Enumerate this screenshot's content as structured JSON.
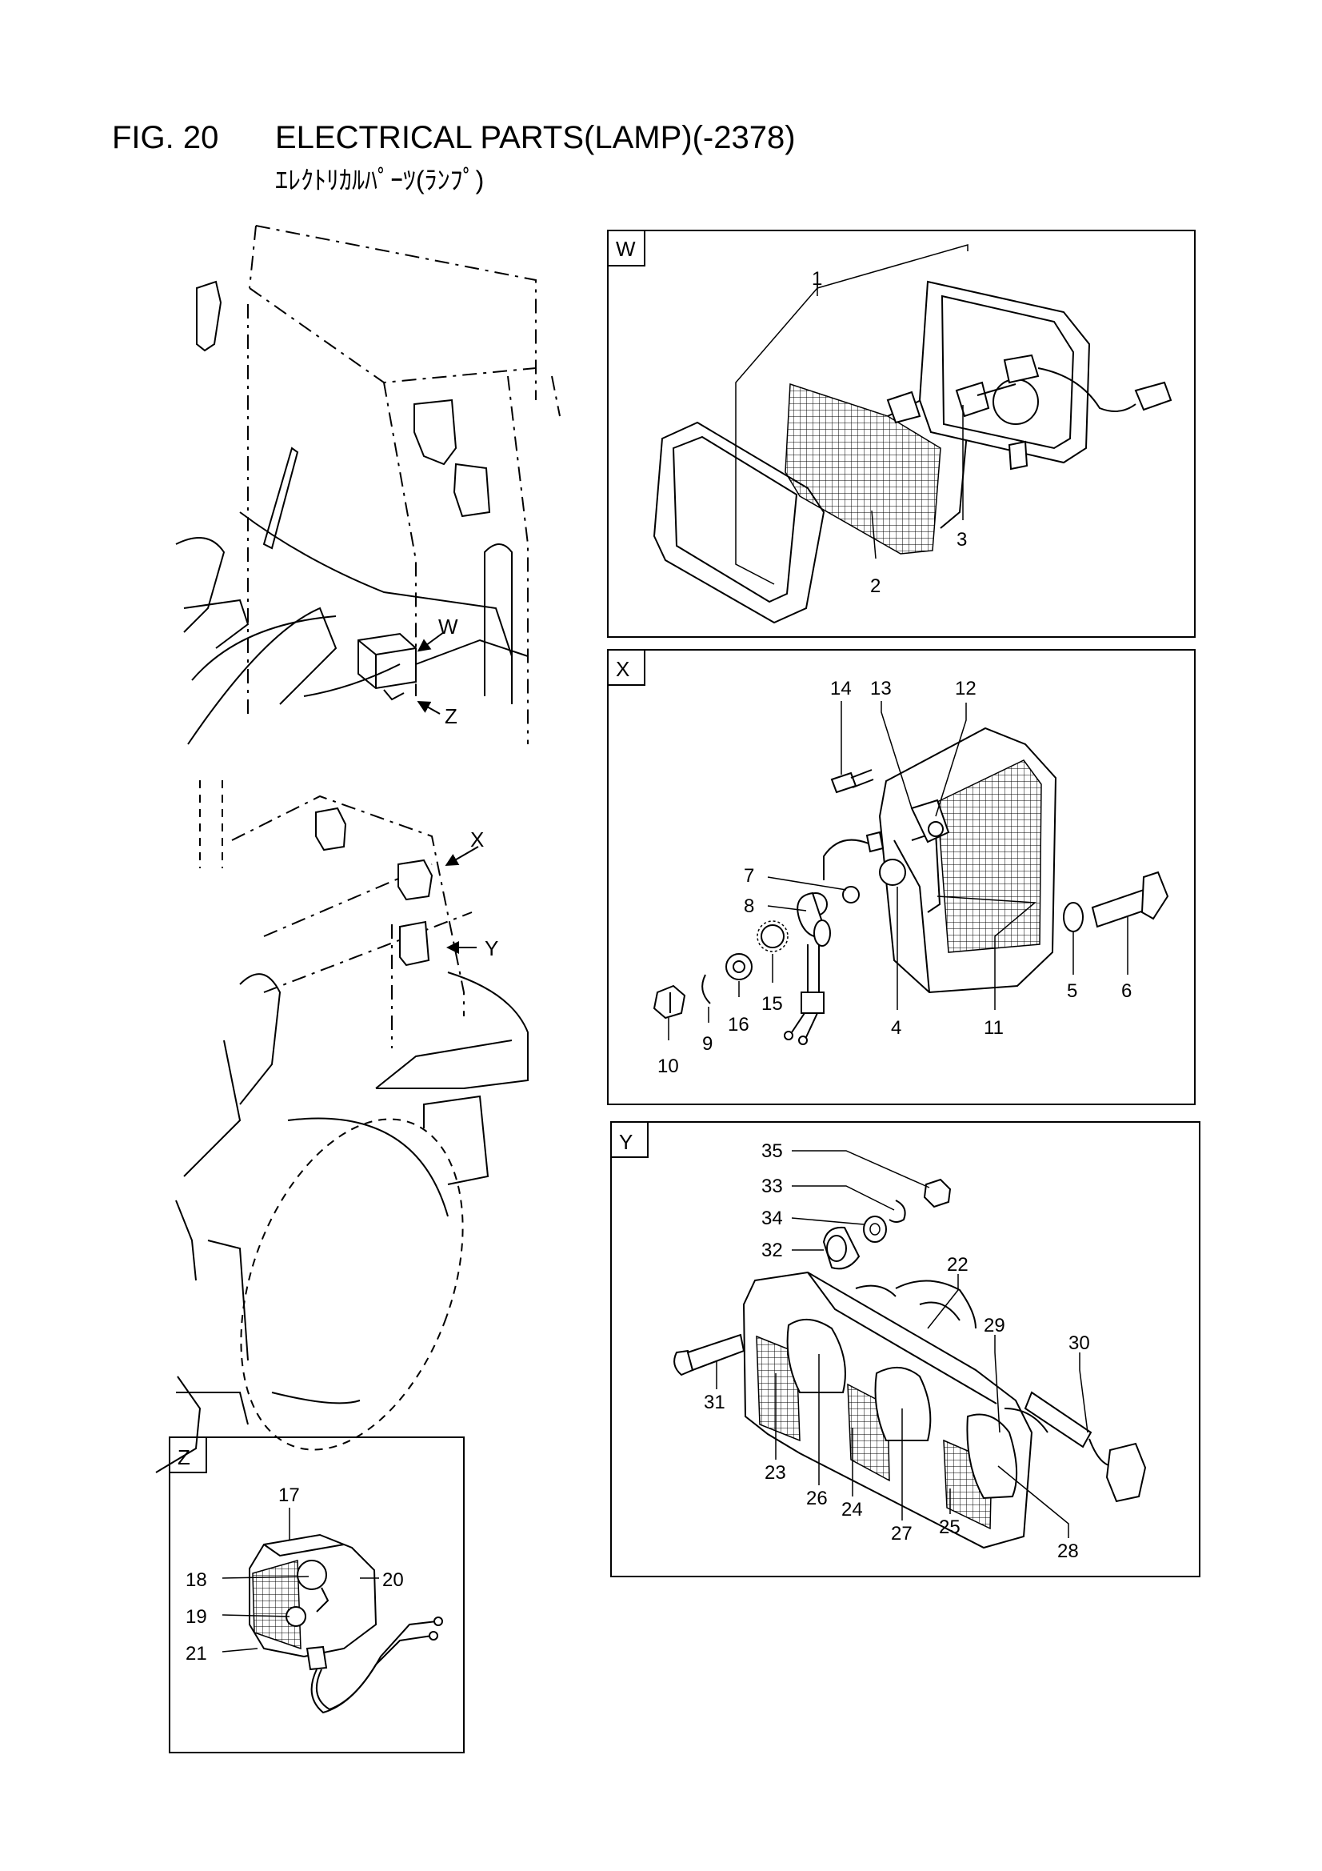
{
  "figure": {
    "number": "FIG. 20",
    "title": "ELECTRICAL PARTS(LAMP)(-2378)",
    "subtitle": "ｴﾚｸﾄﾘｶﾙﾊﾟｰﾂ(ﾗﾝﾌﾟ)"
  },
  "overview": {
    "arrow_labels": [
      "W",
      "Z",
      "X",
      "Y"
    ]
  },
  "panels": [
    {
      "id": "W",
      "callouts": [
        "1",
        "2",
        "3"
      ]
    },
    {
      "id": "X",
      "callouts": [
        "14",
        "13",
        "12",
        "7",
        "8",
        "15",
        "16",
        "9",
        "10",
        "4",
        "11",
        "5",
        "6"
      ]
    },
    {
      "id": "Y",
      "callouts": [
        "35",
        "33",
        "34",
        "32",
        "22",
        "29",
        "30",
        "31",
        "23",
        "26",
        "24",
        "27",
        "25",
        "28"
      ]
    },
    {
      "id": "Z",
      "callouts": [
        "17",
        "18",
        "20",
        "19",
        "21"
      ]
    }
  ]
}
